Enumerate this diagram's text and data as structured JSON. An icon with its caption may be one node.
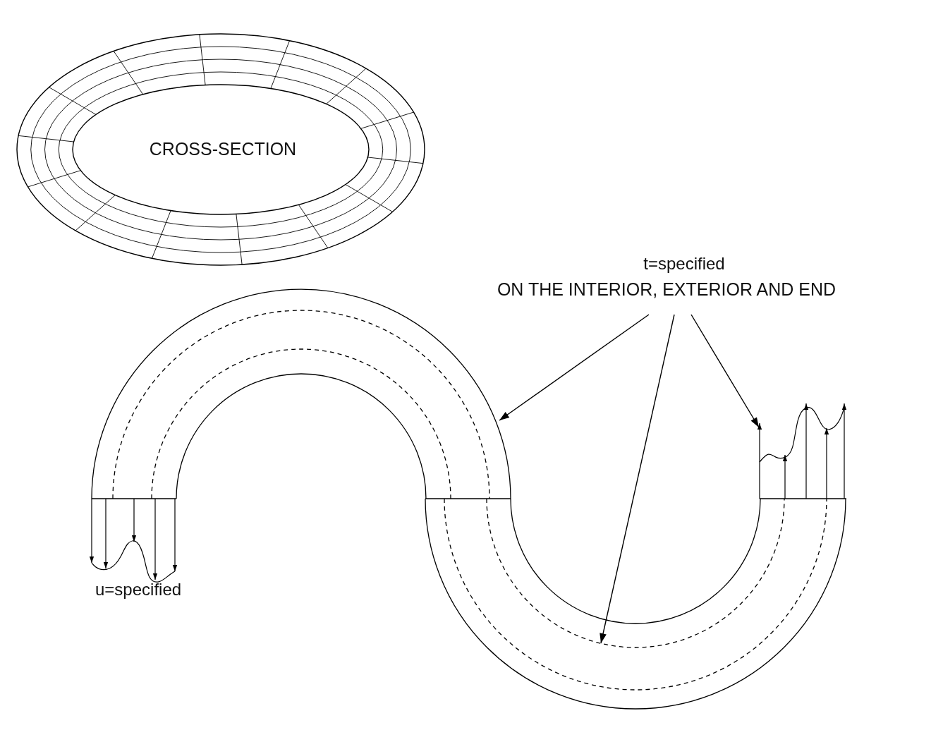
{
  "diagram": {
    "nodes": [
      {
        "text": [
          "CROSS-SECTION"
        ]
      },
      {
        "text": [
          "t=specified",
          "ON THE INTERIOR, EXTERIOR AND END"
        ]
      }
    ],
    "edges": [
      {
        "from": 1,
        "to": null,
        "arrow": "to"
      },
      {
        "from": 1,
        "to": null,
        "arrow": "to"
      },
      {
        "from": 1,
        "to": null,
        "arrow": "to"
      }
    ],
    "labels": [
      "u=specified"
    ]
  }
}
